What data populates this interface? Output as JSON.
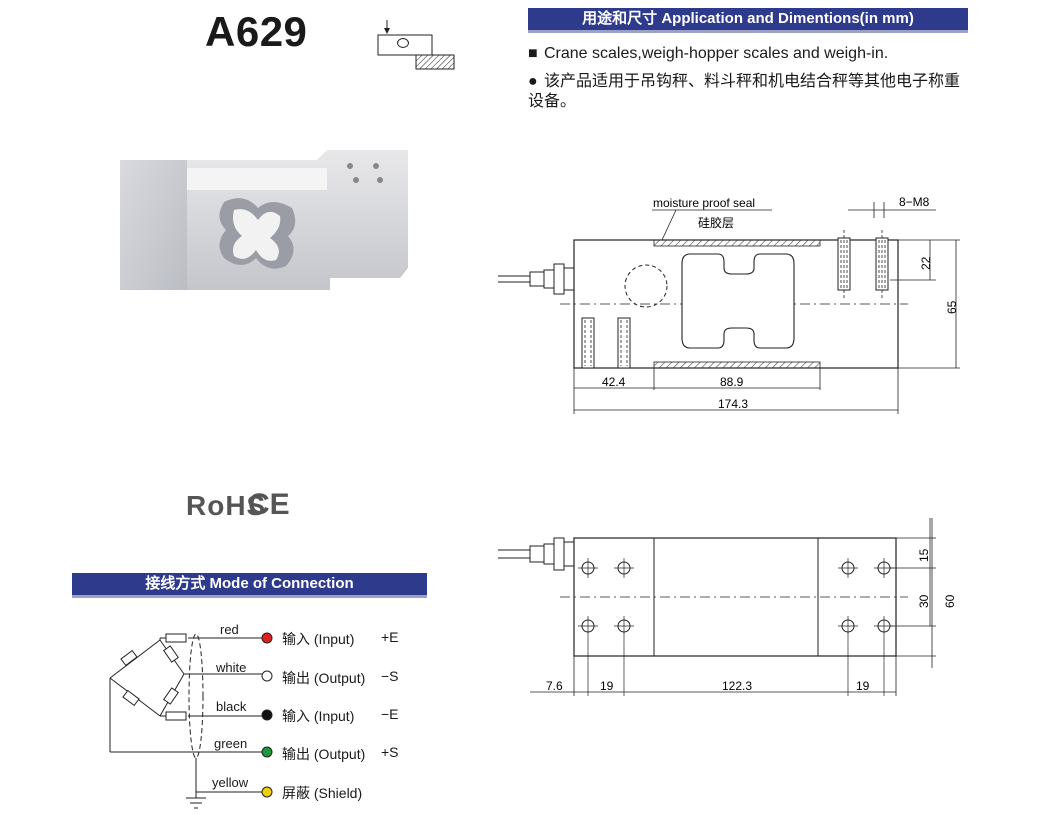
{
  "header": {
    "model": "A629"
  },
  "application": {
    "title": "用途和尺寸 Application and Dimentions(in mm)",
    "bullets": [
      {
        "marker": "■",
        "text": "Crane scales,weigh-hopper scales and weigh-in."
      },
      {
        "marker": "●",
        "text": "该产品适用于吊钩秤、料斗秤和机电结合秤等其他电子称重设备。"
      }
    ]
  },
  "certifications": {
    "rohs": "RoHS",
    "ce": "CE"
  },
  "side_view": {
    "seal_label_en": "moisture proof seal",
    "seal_label_cn": "硅胶层",
    "thread_label": "8−M8",
    "dims": {
      "d22": "22",
      "d65": "65",
      "d42": "42.4",
      "d88": "88.9",
      "d174": "174.3"
    }
  },
  "top_view": {
    "dims": {
      "d15": "15",
      "d30": "30",
      "d60": "60",
      "d7": "7.6",
      "d19a": "19",
      "d122": "122.3",
      "d19b": "19"
    }
  },
  "connection": {
    "title": "接线方式 Mode of Connection",
    "wires": [
      {
        "color_name": "red",
        "desc": "输入 (Input)",
        "sign": "+E",
        "dot": "#e02020"
      },
      {
        "color_name": "white",
        "desc": "输出 (Output)",
        "sign": "−S",
        "dot": "#ffffff"
      },
      {
        "color_name": "black",
        "desc": "输入 (Input)",
        "sign": "−E",
        "dot": "#111111"
      },
      {
        "color_name": "green",
        "desc": "输出 (Output)",
        "sign": "+S",
        "dot": "#1a9a3a"
      },
      {
        "color_name": "yellow",
        "desc": "屏蔽 (Shield)",
        "sign": "",
        "dot": "#f0d000"
      }
    ]
  },
  "colors": {
    "banner": "#2e3a8c",
    "seal": "#555555"
  }
}
